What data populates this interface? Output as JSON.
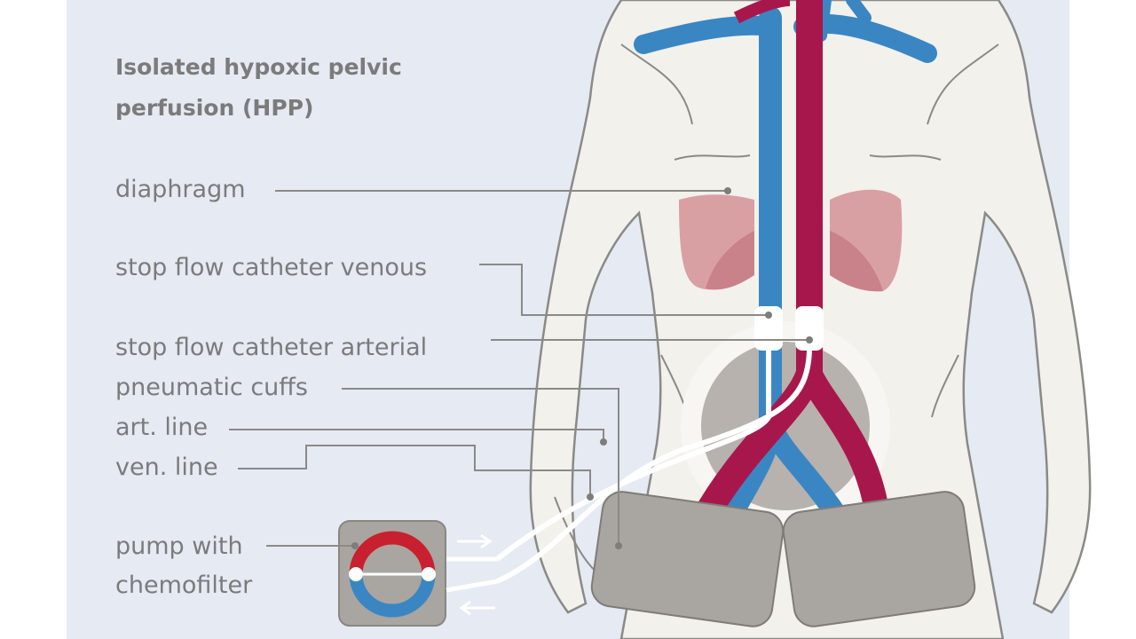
{
  "title": {
    "line1": "Isolated hypoxic pelvic",
    "line2": "perfusion (HPP)"
  },
  "labels": {
    "diaphragm": "diaphragm",
    "stop_flow_venous": "stop flow catheter venous",
    "stop_flow_arterial": "stop flow catheter arterial",
    "pneumatic_cuffs": "pneumatic cuffs",
    "art_line": "art. line",
    "ven_line": "ven. line",
    "pump_line1": "pump with",
    "pump_line2": "chemofilter"
  },
  "colors": {
    "background": "#e5eaf3",
    "vein": "#3a86c3",
    "artery": "#a8174b",
    "body": "#f3f1ec",
    "cuff": "#a9a5a0",
    "lung": "#d9a0a3",
    "pump_red": "#c8202e"
  }
}
